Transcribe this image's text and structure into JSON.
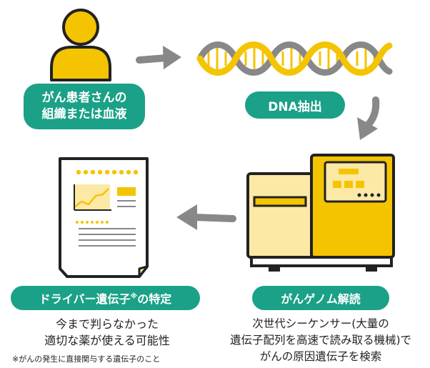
{
  "steps": {
    "sample": {
      "label_line1": "がん患者さんの",
      "label_line2": "組織または血液"
    },
    "extraction": {
      "label": "DNA抽出"
    },
    "genome": {
      "label": "がんゲノム解読",
      "caption_line1": "次世代シーケンサー(大量の",
      "caption_line2": "遺伝子配列を高速で読み取る機械)で",
      "caption_line3": "がんの原因遺伝子を検索"
    },
    "driver": {
      "label_prefix": "ドライバー遺伝子",
      "label_mark": "※",
      "label_suffix": "の特定",
      "caption_line1": "今まで判らなかった",
      "caption_line2": "適切な薬が使える可能性"
    }
  },
  "footnote": "※がんの発生に直接関与する遺伝子のこと",
  "colors": {
    "teal": "#1aa187",
    "yellow": "#f5c400",
    "light_yellow": "#fde9a6",
    "gray": "#888888",
    "dark": "#333333"
  }
}
